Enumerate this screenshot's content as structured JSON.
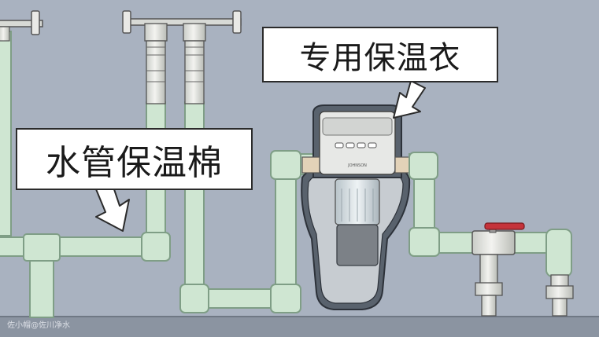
{
  "callouts": {
    "pipe_insulation": "水管保温棉",
    "special_jacket": "专用保温衣"
  },
  "device": {
    "brand": "JOHNSON"
  },
  "watermark": "佐小帽@佐川净水",
  "colors": {
    "wall": "#a9b2c0",
    "floor": "#8b94a1",
    "insulation": "#cfe6d2",
    "insulation_stroke": "#7f9e86",
    "jacket": "#59626d",
    "device_body": "#e7e8e6",
    "valve_handle": "#c5333b"
  }
}
